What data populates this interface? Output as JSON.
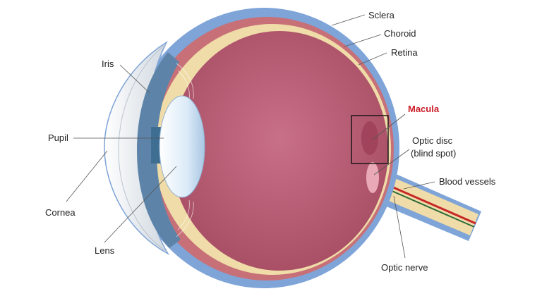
{
  "labels": {
    "sclera": "Sclera",
    "choroid": "Choroid",
    "retina": "Retina",
    "iris": "Iris",
    "macula": "Macula",
    "optic_disc_line1": "Optic disc",
    "optic_disc_line2": "(blind spot)",
    "pupil": "Pupil",
    "blood_vessels": "Blood vessels",
    "cornea": "Cornea",
    "lens": "Lens",
    "optic_nerve": "Optic nerve"
  },
  "colors": {
    "sclera": "#7fa4d8",
    "choroid": "#c87078",
    "retina": "#f0dca8",
    "vitreous": "#b3566c",
    "vitreous_light": "#c26a80",
    "iris": "#5d84a8",
    "lens": "#e8f2fb",
    "cornea": "#eef1f4",
    "optic_disc": "#e9a9b6",
    "vessel_red": "#c62828",
    "vessel_green": "#2e6b3a",
    "macula_accent": "#cc1f2b"
  }
}
